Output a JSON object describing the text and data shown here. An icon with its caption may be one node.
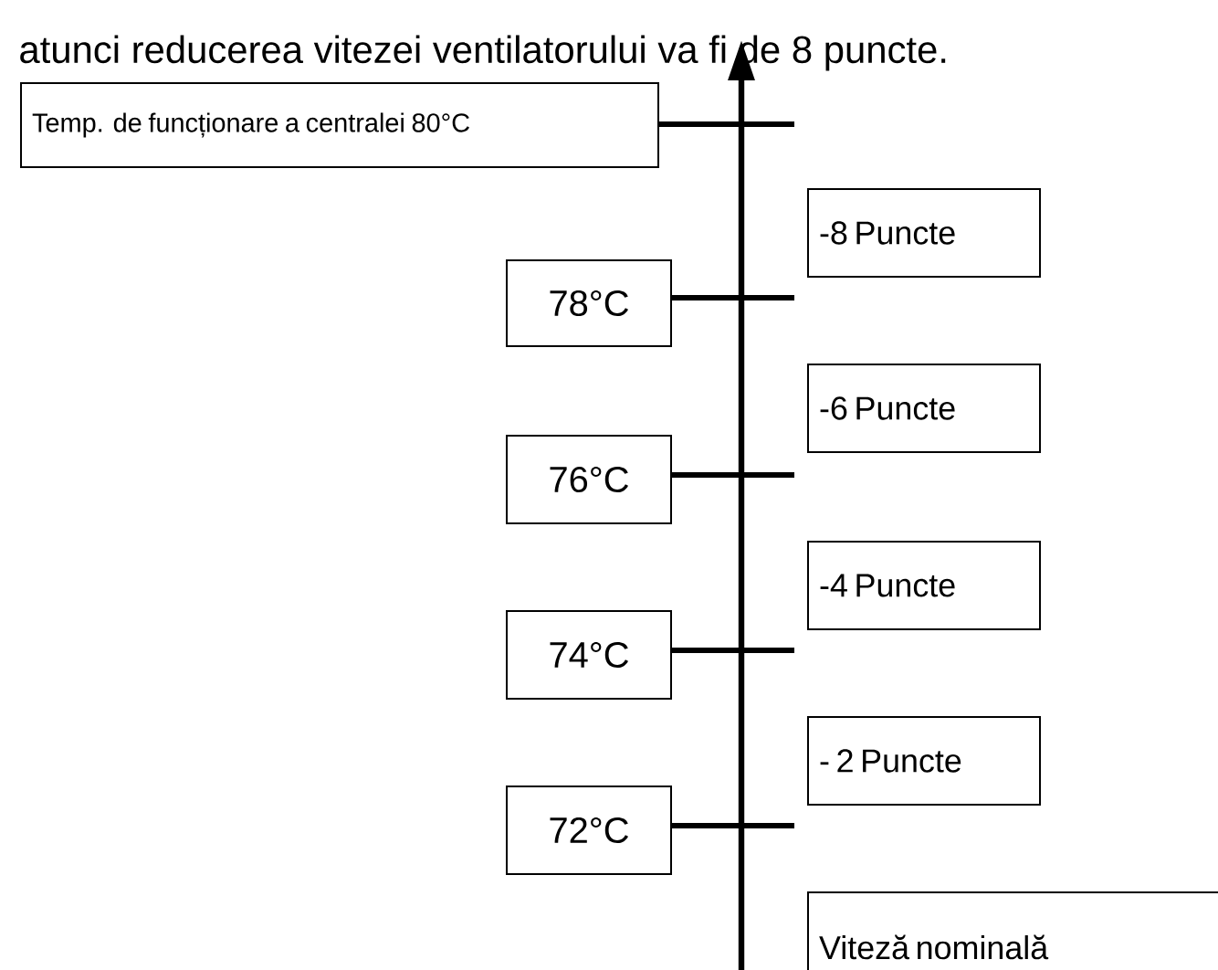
{
  "diagram": {
    "nodes": [
      {
        "text": [
          "Temp. de funcționare a centralei 80°C"
        ]
      },
      {
        "text": [
          "-8 Puncte"
        ]
      },
      {
        "text": [
          "78°C"
        ]
      },
      {
        "text": [
          "-6 Puncte"
        ]
      },
      {
        "text": [
          "76°C"
        ]
      },
      {
        "text": [
          "-4 Puncte"
        ]
      },
      {
        "text": [
          "74°C"
        ]
      },
      {
        "text": [
          "- 2 Puncte"
        ]
      },
      {
        "text": [
          "72°C"
        ]
      },
      {
        "text": [
          "Viteză nominală"
        ]
      }
    ],
    "labels": [
      "atunci reducerea vitezei ventilatorului va fi de 8 puncte."
    ]
  }
}
